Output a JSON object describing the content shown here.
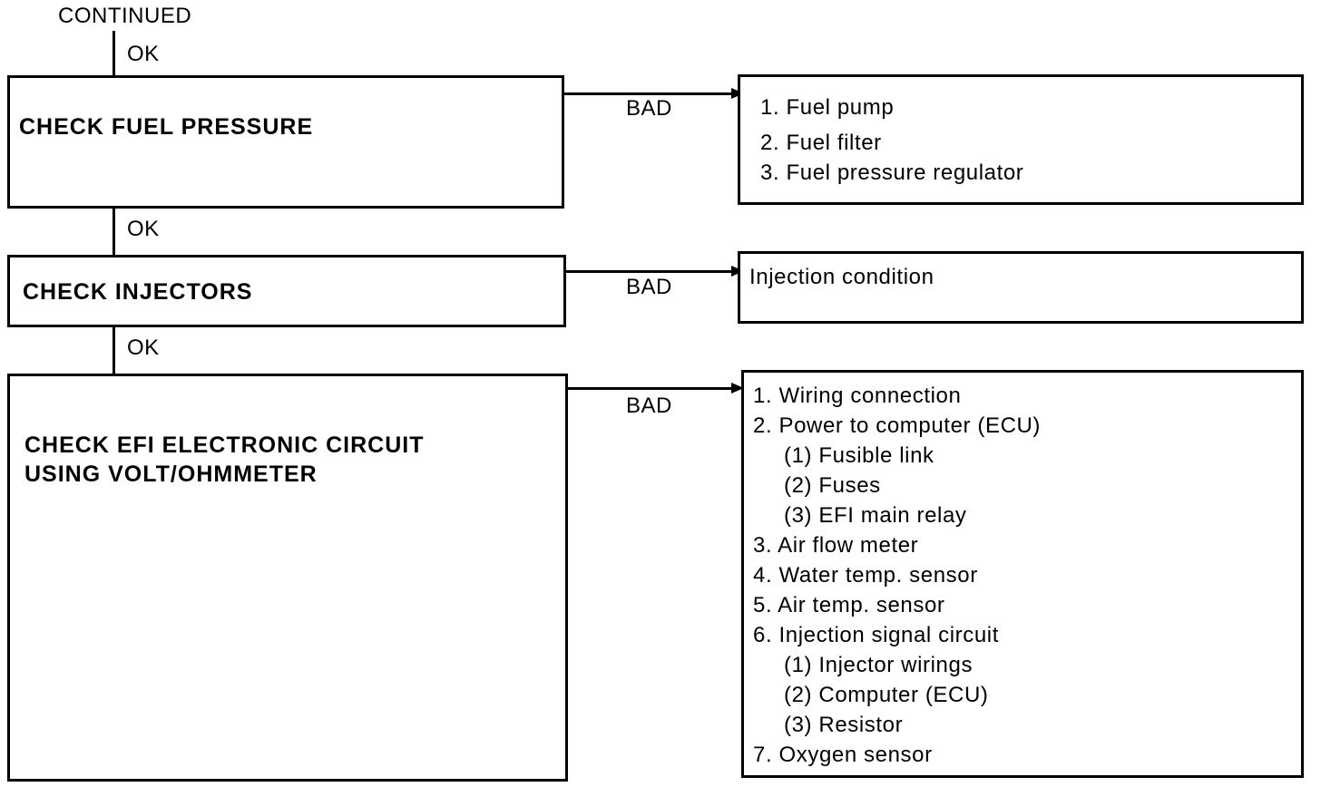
{
  "continued_label": "CONTINUED",
  "ok_label": "OK",
  "bad_label": "BAD",
  "steps": [
    {
      "title_lines": [
        "CHECK FUEL PRESSURE"
      ],
      "causes": [
        "1. Fuel pump",
        "2. Fuel filter",
        "3. Fuel pressure regulator"
      ]
    },
    {
      "title_lines": [
        "CHECK INJECTORS"
      ],
      "causes": [
        "Injection condition"
      ]
    },
    {
      "title_lines": [
        "CHECK EFI ELECTRONIC CIRCUIT",
        "USING VOLT/OHMMETER"
      ],
      "causes": [
        "1. Wiring connection",
        "2. Power to computer (ECU)",
        "(1)  Fusible link",
        "(2)  Fuses",
        "(3)  EFI main relay",
        "3. Air flow meter",
        "4. Water temp. sensor",
        "5. Air temp. sensor",
        "6. Injection signal circuit",
        "(1)  Injector wirings",
        "(2)  Computer (ECU)",
        "(3)  Resistor",
        "7. Oxygen sensor"
      ]
    }
  ]
}
